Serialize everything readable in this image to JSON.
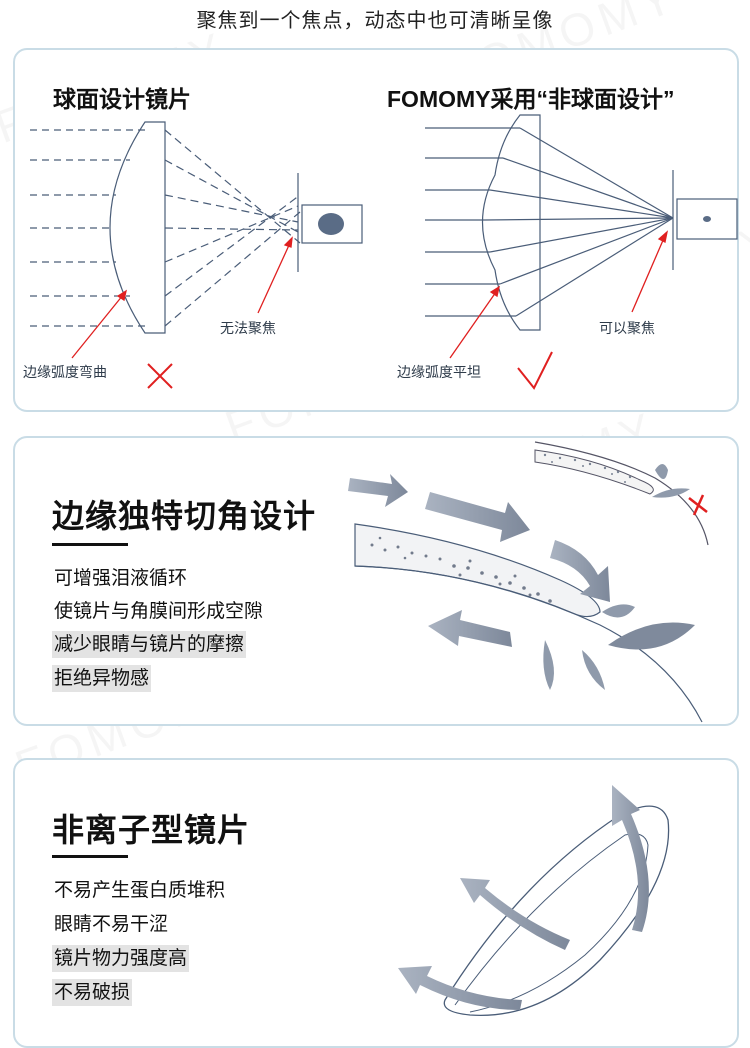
{
  "header": {
    "headline": "聚焦到一个焦点，动态中也可清晰呈像"
  },
  "watermark": "FOMOMY",
  "optics": {
    "left": {
      "title": "球面设计镜片",
      "edge_label": "边缘弧度弯曲",
      "focus_label": "无法聚焦",
      "verdict_icon": "cross-icon"
    },
    "right": {
      "title": "FOMOMY采用“非球面设计”",
      "edge_label": "边缘弧度平坦",
      "focus_label": "可以聚焦",
      "verdict_icon": "check-icon"
    }
  },
  "edge_design": {
    "title": "边缘独特切角设计",
    "features": [
      {
        "text": "可增强泪液循环",
        "highlight": false
      },
      {
        "text": "使镜片与角膜间形成空隙",
        "highlight": false
      },
      {
        "text": "减少眼睛与镜片的摩擦",
        "highlight": true
      },
      {
        "text": "拒绝异物感",
        "highlight": true
      }
    ]
  },
  "non_ionic": {
    "title": "非离子型镜片",
    "features": [
      {
        "text": "不易产生蛋白质堆积",
        "highlight": false
      },
      {
        "text": "眼睛不易干涩",
        "highlight": false
      },
      {
        "text": "镜片物力强度高",
        "highlight": true
      },
      {
        "text": "不易破损",
        "highlight": true
      }
    ]
  },
  "colors": {
    "accent_red": "#e02020",
    "line": "#4a5d78",
    "arrow": "#8f9aab",
    "border": "#c9dce6"
  }
}
